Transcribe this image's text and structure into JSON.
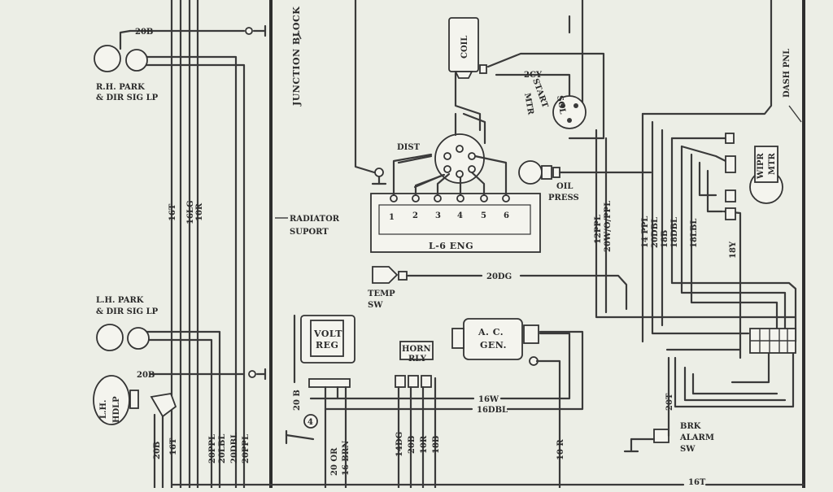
{
  "labels": {
    "junction_block": "JUNCTION BLOCK",
    "rh_park_1": "R.H. PARK",
    "rh_park_2": "& DIR SIG LP",
    "lh_park_1": "L.H. PARK",
    "lh_park_2": "& DIR SIG LP",
    "hdlp_1": "L.H.",
    "hdlp_2": "HDLP",
    "radiator_1": "RADIATOR",
    "radiator_2": "SUPORT",
    "coil": "COIL",
    "dist": "DIST",
    "start_mtr_1": "START",
    "start_mtr_2": "MTR",
    "sol": "SOL",
    "oil_press_1": "OIL",
    "oil_press_2": "PRESS",
    "engine": "L-6 ENG",
    "temp_sw_1": "TEMP",
    "temp_sw_2": "SW",
    "volt_reg_1": "VOLT",
    "volt_reg_2": "REG",
    "horn_rly_1": "HORN",
    "horn_rly_2": "RLY",
    "ac_gen_1": "A. C.",
    "ac_gen_2": "GEN.",
    "dash_pnl": "DASH PNL",
    "wipr_mtr_1": "WIPR",
    "wipr_mtr_2": "MTR",
    "brk_alarm_1": "BRK",
    "brk_alarm_2": "ALARM",
    "brk_alarm_3": "SW"
  },
  "cylinders": [
    "1",
    "2",
    "3",
    "4",
    "5",
    "6"
  ],
  "wires": {
    "w20b_top": "20B",
    "w20b_mid": "20B",
    "w2cy": "2CY",
    "w20dg": "20DG",
    "w16w": "16W",
    "w16dbl": "16DBL",
    "w16t_bottom": "16T",
    "w10r": "10 R",
    "w20t": "20T",
    "w12ppl": "12PPL",
    "w20wo_ppl": "20W/O/PPL",
    "w14ppl": "14 PPL",
    "w20dbl_right": "20DBL",
    "w18b": "18B",
    "w18dbl": "18DBL",
    "w18lbl": "18LBL",
    "w18y": "18Y",
    "w16t_left": "16T",
    "w16lg": "16LG",
    "w10r_left": "10R",
    "w20b_lower": "20B",
    "w16t_lower": "16T",
    "w20ppl_a": "20PPL",
    "w20lbl": "20LBL",
    "w20dbl_a": "20DBL",
    "w20ppl_b": "20PPL",
    "w20b_reg": "20 B",
    "w20or": "20 OR",
    "w16brn": "16 BRN",
    "w14dg": "14DG",
    "w20b_horn": "20B",
    "w10r_horn": "10R",
    "w18b_horn": "18B"
  },
  "markers": {
    "connector_4": "4"
  }
}
